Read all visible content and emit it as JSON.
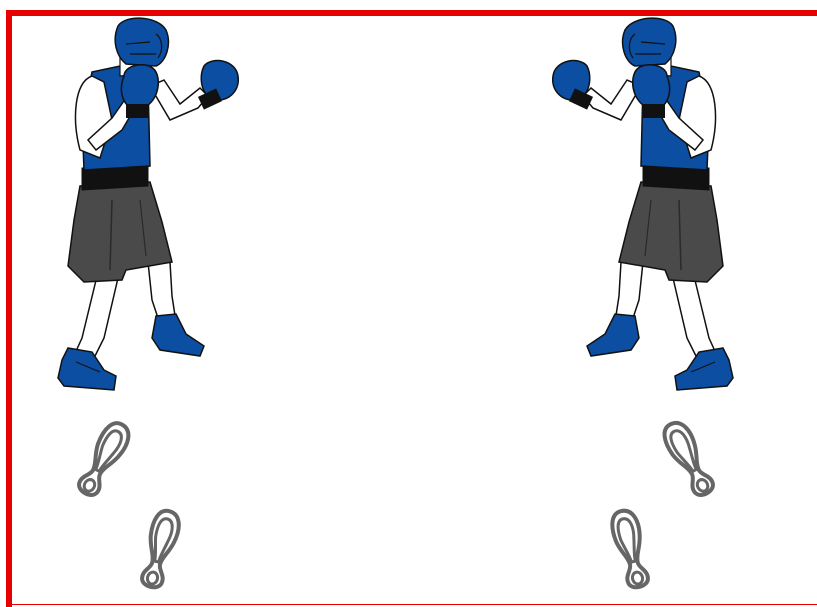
{
  "colors": {
    "frame": "#e60000",
    "gear_blue": "#0b4ea2",
    "shorts_gray": "#4a4a4a",
    "belt_black": "#111111",
    "skin": "#ffffff",
    "footprint_gray": "#666666"
  },
  "figures": {
    "left_boxer": {
      "icon": "boxer-guard-stance-facing-right"
    },
    "right_boxer": {
      "icon": "boxer-guard-stance-facing-left"
    }
  },
  "footprints": {
    "icon": "shoe-sole-print",
    "per_side": 2
  }
}
